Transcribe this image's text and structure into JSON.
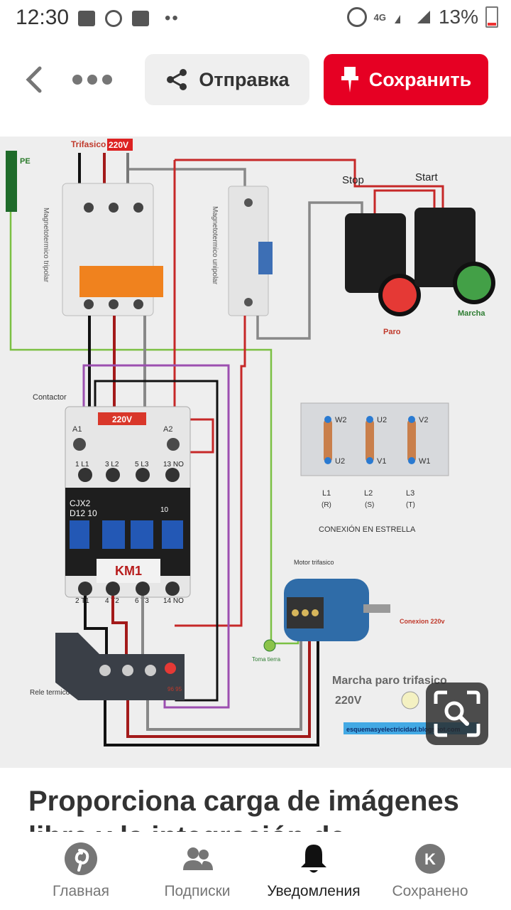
{
  "status_bar": {
    "time": "12:30",
    "network": "4G",
    "battery": "13%"
  },
  "toolbar": {
    "send_label": "Отправка",
    "save_label": "Сохранить",
    "save_color": "#e60023"
  },
  "pin_image": {
    "labels": {
      "pe": "PE",
      "trifasico": "Trifasico",
      "voltage_badge": "220V",
      "breaker_tripolar": "Magnetotermico tripolar",
      "breaker_unipolar": "Magnetotermico unipolar",
      "stop": "Stop",
      "start": "Start",
      "paro": "Paro",
      "marcha": "Marcha",
      "contactor": "Contactor",
      "coil_voltage": "220V",
      "a1": "A1",
      "a2": "A2",
      "model": "CJX2",
      "model_code": "D12 10",
      "aux_no": "10",
      "km1": "KM1",
      "terminals_top": [
        "1 L1",
        "3 L2",
        "5 L3",
        "13 NO"
      ],
      "terminals_bottom": [
        "2 T1",
        "4 T2",
        "6 T3",
        "14 NO"
      ],
      "w2": "W2",
      "u2_top": "U2",
      "v2": "V2",
      "u2_bottom": "U2",
      "v1": "V1",
      "w1": "W1",
      "l1": "L1",
      "l2": "L2",
      "l3": "L3",
      "r": "(R)",
      "s": "(S)",
      "t": "(T)",
      "star_connection": "CONEXIÓN EN ESTRELLA",
      "motor": "Motor trifasico",
      "conexion": "Conexion 220v",
      "toma_tierra": "Toma tierra",
      "rele": "Rele termico",
      "relay_contacts": "96 95",
      "caption_title": "Marcha paro trifasico",
      "caption_voltage": "220V",
      "website": "esquemasyelectricidad.blogspot.com"
    }
  },
  "pin_title": "Proporciona carga de imágenes libre y la integración de",
  "bottom_nav": {
    "items": [
      {
        "label": "Главная",
        "icon": "pinterest-icon"
      },
      {
        "label": "Подписки",
        "icon": "people-icon"
      },
      {
        "label": "Уведомления",
        "icon": "bell-icon"
      },
      {
        "label": "Сохранено",
        "icon": "profile-k-icon"
      }
    ]
  }
}
